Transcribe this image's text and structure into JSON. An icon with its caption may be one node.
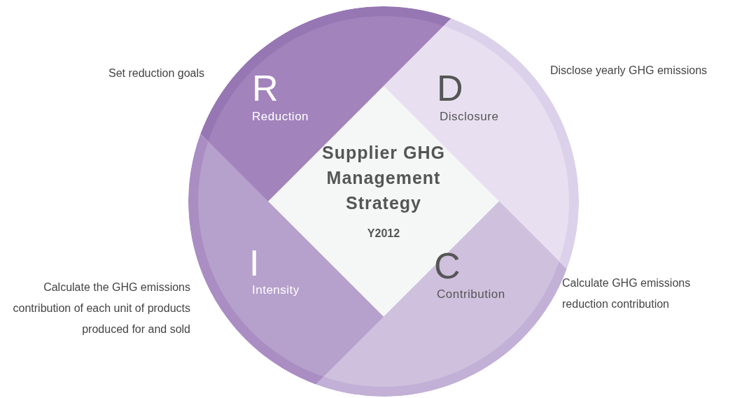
{
  "diagram": {
    "nodes": [
      {
        "text": [
          "R",
          "Reduction"
        ],
        "beside": [
          "Set reduction goals"
        ]
      },
      {
        "text": [
          "D",
          "Disclosure"
        ],
        "beside": [
          "Disclose yearly GHG emissions"
        ]
      },
      {
        "text": [
          "Supplier GHG Management Strategy",
          "Y2012"
        ]
      },
      {
        "text": [
          "I",
          "Intensity"
        ],
        "beside": [
          "Calculate the GHG emissions contribution of each unit of products produced for and sold"
        ]
      },
      {
        "text": [
          "C",
          "Contribution"
        ],
        "beside": [
          "Calculate GHG emissions reduction contribution"
        ]
      }
    ],
    "edges": []
  }
}
